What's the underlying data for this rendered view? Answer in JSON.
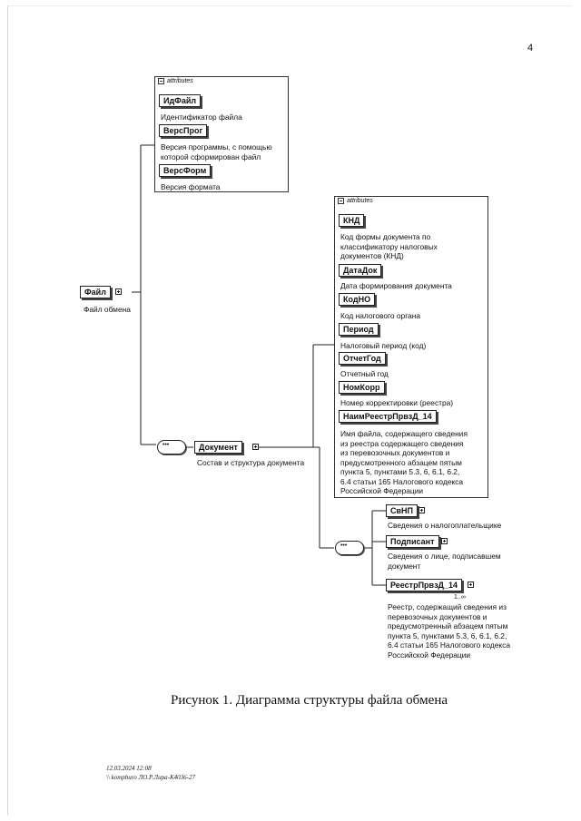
{
  "page_number": "4",
  "attributes_label": "attributes",
  "root": {
    "name": "Файл",
    "description": "Файл обмена"
  },
  "file_attributes": [
    {
      "name": "ИдФайл",
      "description": [
        "Идентификатор файла"
      ]
    },
    {
      "name": "ВерсПрог",
      "description": [
        "Версия программы, с помощью",
        "которой сформирован файл"
      ]
    },
    {
      "name": "ВерсФорм",
      "description": [
        "Версия формата"
      ]
    }
  ],
  "document": {
    "name": "Документ",
    "description": "Состав и структура документа"
  },
  "document_attributes": [
    {
      "name": "КНД",
      "description": [
        "Код формы документа по",
        "классификатору налоговых",
        "документов (КНД)"
      ]
    },
    {
      "name": "ДатаДок",
      "description": [
        "Дата формирования документа"
      ]
    },
    {
      "name": "КодНО",
      "description": [
        "Код налогового органа"
      ]
    },
    {
      "name": "Период",
      "description": [
        "Налоговый период (код)"
      ]
    },
    {
      "name": "ОтчетГод",
      "description": [
        "Отчетный год"
      ]
    },
    {
      "name": "НомКорр",
      "description": [
        "Номер корректировки (реестра)"
      ]
    },
    {
      "name": "НаимРеестрПрвзД_14",
      "description": [
        "Имя файла, содержащего сведения",
        "из реестра содержащего сведения",
        "из перевозочных документов и",
        "предусмотренного абзацем пятым",
        "пункта 5, пунктами 5.3, 6, 6.1, 6.2,",
        "6.4 статьи 165 Налогового кодекса",
        "Российской Федерации"
      ]
    }
  ],
  "document_children": [
    {
      "name": "СвНП",
      "description": [
        "Сведения о налогоплательщике"
      ]
    },
    {
      "name": "Подписант",
      "description": [
        "Сведения о лице, подписавшем",
        "документ"
      ]
    },
    {
      "name": "РеестрПрвзД_14",
      "multiplicity": "1..∞",
      "description": [
        "Реестр, содержащий сведения из",
        "перевозочных документов и",
        "предусмотренный абзацем пятым",
        "пункта 5, пунктами 5.3, 6, 6.1, 6.2,",
        "6.4 статьи 165 Налогового кодекса",
        "Российской Федерации"
      ]
    }
  ],
  "caption": "Рисунок 1. Диаграмма структуры файла обмена",
  "footer": {
    "line1": "12.03.2024 12:08",
    "line2": "\\\\ kompburo ЛО.Р.Лира-К4036-27"
  }
}
